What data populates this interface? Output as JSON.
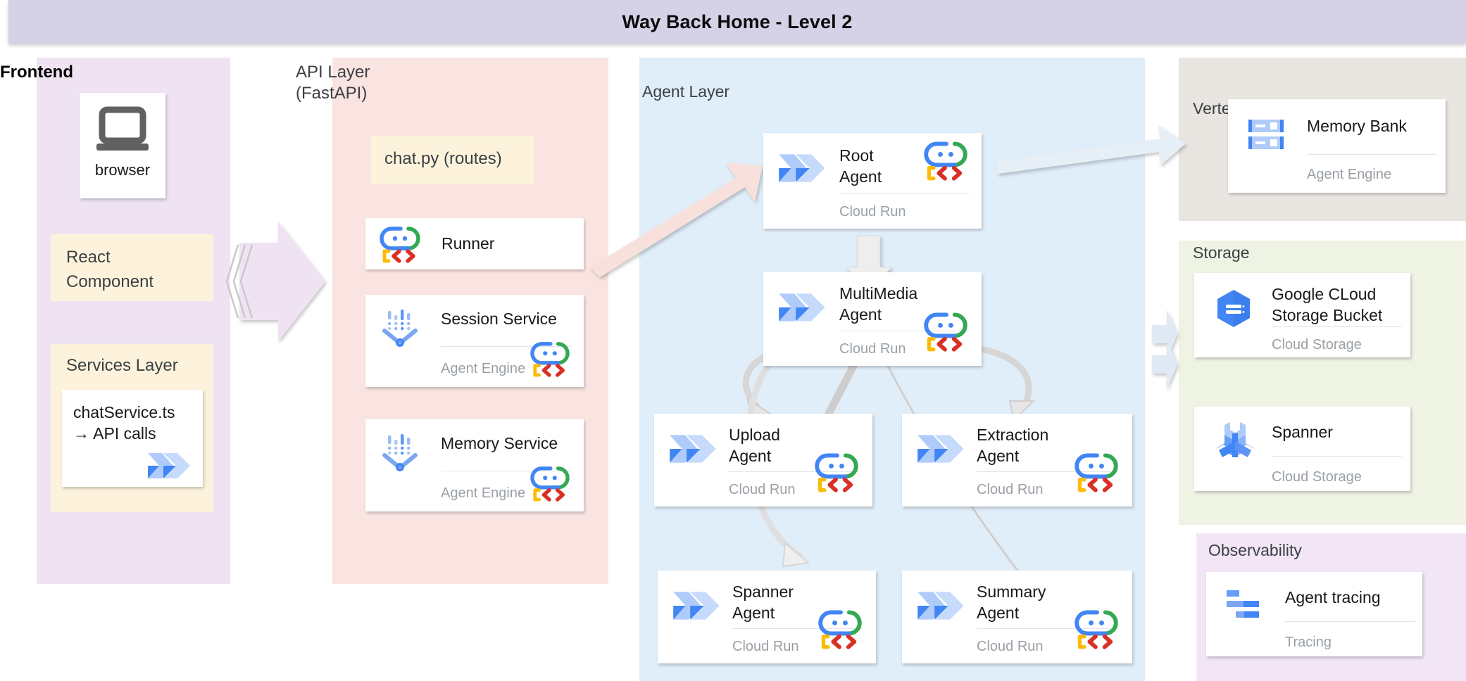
{
  "title": "Way Back Home - Level 2",
  "zones": {
    "frontend": {
      "label": "Frontend"
    },
    "api": {
      "label": "API Layer\n(FastAPI)"
    },
    "agent": {
      "label": "Agent Layer"
    },
    "vertex": {
      "label": "Vertex AI"
    },
    "storage": {
      "label": "Storage"
    },
    "observability": {
      "label": "Observability"
    }
  },
  "frontend": {
    "browser": {
      "title": "browser",
      "icon": "laptop-icon"
    },
    "react": {
      "text": "React\nComponent"
    },
    "services_layer": {
      "text": "Services Layer"
    },
    "chat_service": {
      "text": "chatService.ts\n→ API calls",
      "icon": "cloud-run-icon"
    }
  },
  "api": {
    "chat_py": {
      "text": "chat.py (routes)"
    },
    "cards": [
      {
        "title": "Runner",
        "footer": "",
        "icon": "adk-agent-icon",
        "badge": ""
      },
      {
        "title": "Session Service",
        "footer": "Agent Engine",
        "icon": "agent-engine-icon",
        "badge": "adk-agent-icon"
      },
      {
        "title": "Memory Service",
        "footer": "Agent Engine",
        "icon": "agent-engine-icon",
        "badge": "adk-agent-icon"
      }
    ]
  },
  "agents": [
    {
      "title": "Root\nAgent",
      "footer": "Cloud Run",
      "icon": "cloud-run-icon",
      "badge": "adk-agent-icon"
    },
    {
      "title": "MultiMedia\nAgent",
      "footer": "Cloud Run",
      "icon": "cloud-run-icon",
      "badge": "adk-agent-icon"
    },
    {
      "title": "Upload\nAgent",
      "footer": "Cloud Run",
      "icon": "cloud-run-icon",
      "badge": "adk-agent-icon"
    },
    {
      "title": "Extraction\nAgent",
      "footer": "Cloud Run",
      "icon": "cloud-run-icon",
      "badge": "adk-agent-icon"
    },
    {
      "title": "Spanner\nAgent",
      "footer": "Cloud Run",
      "icon": "cloud-run-icon",
      "badge": "adk-agent-icon"
    },
    {
      "title": "Summary\nAgent",
      "footer": "Cloud Run",
      "icon": "cloud-run-icon",
      "badge": "adk-agent-icon"
    }
  ],
  "vertex": {
    "memory_bank": {
      "title": "Memory Bank",
      "footer": "Agent Engine",
      "icon": "memory-bank-icon"
    }
  },
  "storage": {
    "bucket": {
      "title": "Google CLoud\nStorage Bucket",
      "footer": "Cloud Storage",
      "icon": "cloud-storage-icon"
    },
    "spanner": {
      "title": "Spanner",
      "footer": "Cloud Storage",
      "icon": "spanner-icon"
    }
  },
  "observability": {
    "tracing": {
      "title": "Agent tracing",
      "footer": "Tracing",
      "icon": "agent-tracing-icon"
    }
  },
  "colors": {
    "title_bar": "#d5d1e6",
    "frontend_zone": "#efe3f3",
    "api_zone": "#fae4e1",
    "agent_zone": "#e0eefa",
    "vertex_zone": "#e9e5e1",
    "storage_zone": "#eef3e3",
    "observability_zone": "#f2e6f6",
    "tan_card": "#fdf3dc",
    "google_blue": "#4285f4",
    "google_green": "#34a853",
    "google_yellow": "#fbbc04",
    "google_red": "#d93025",
    "muted_text": "#9aa0a6"
  }
}
